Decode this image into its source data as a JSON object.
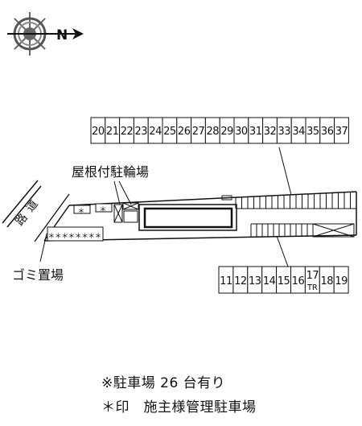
{
  "compass": {
    "north_label": "N"
  },
  "labels": {
    "bicycle_parking": "屋根付駐輪場",
    "garbage_area": "ゴミ置場",
    "road": "道路"
  },
  "parking": {
    "top_row": [
      "20",
      "21",
      "22",
      "23",
      "24",
      "25",
      "26",
      "27",
      "28",
      "29",
      "30",
      "31",
      "32",
      "33",
      "34",
      "35",
      "36",
      "37"
    ],
    "bottom_row": [
      "11",
      "12",
      "13",
      "14",
      "15",
      "16",
      "17",
      "18",
      "19"
    ],
    "tr_label": "TR",
    "tr_space": "17",
    "small_marks": [
      "＊",
      "＊",
      "＊",
      "＊",
      "＊",
      "＊",
      "＊",
      "＊",
      "＊",
      "＊"
    ]
  },
  "notes": {
    "line1": "※駐車場 26 台有り",
    "line2": "＊印　施主様管理駐車場"
  }
}
